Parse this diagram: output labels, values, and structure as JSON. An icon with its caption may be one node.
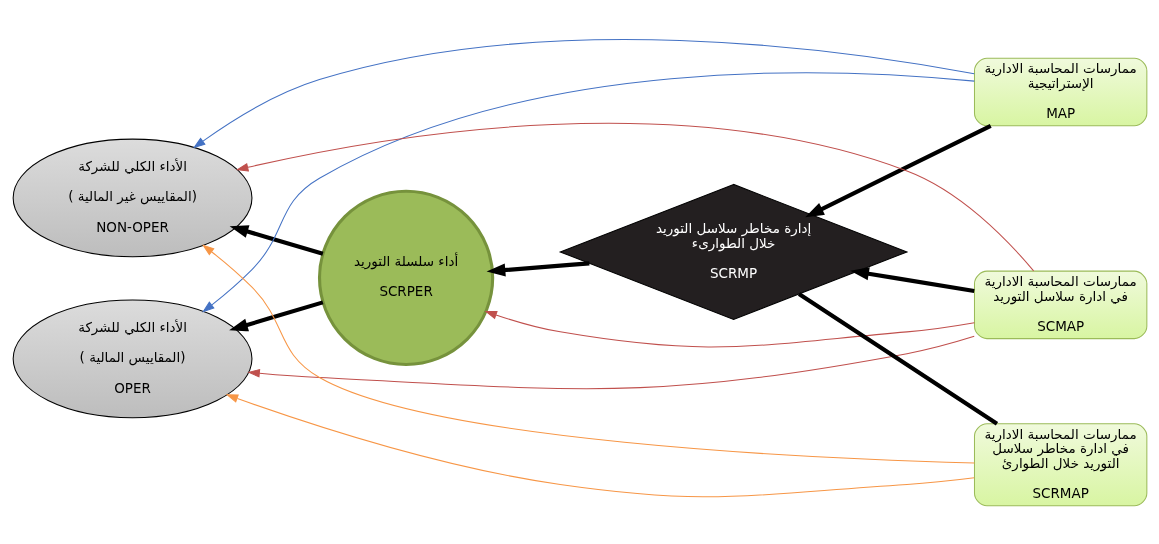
{
  "diagram": {
    "nodes": [
      {
        "text": [
          "الأداء الكلي للشركة",
          "( المقاييس المالية)",
          "OPER"
        ]
      },
      {
        "text": [
          "أداء سلسلة التوريد",
          "SCRPER"
        ]
      },
      {
        "text": [
          "الأداء الكلي للشركة",
          "( المقاييس غير المالية)",
          "NON-OPER"
        ]
      },
      {
        "text": [
          "إدارة مخاطر سلاسل التوريد خلال الطوارىء",
          "SCRMP"
        ]
      },
      {
        "text": [
          "ممارسات المحاسبة الادارية الإستراتيجية",
          "MAP"
        ]
      },
      {
        "text": [
          "ممارسات المحاسبة الادارية في ادارة سلاسل التوريد",
          "SCMAP"
        ]
      },
      {
        "text": [
          "ممارسات المحاسبة الادارية في ادارة مخاطر سلاسل التوريد خلال الطوارئ",
          "SCRMAP"
        ]
      }
    ],
    "edges": [
      {
        "from": 4,
        "to": 3,
        "arrow": "to",
        "style": "thick"
      },
      {
        "from": 5,
        "to": 3,
        "arrow": "to",
        "style": "thick"
      },
      {
        "from": 6,
        "to": 3,
        "arrow": "none",
        "style": "thick"
      },
      {
        "from": 3,
        "to": 1,
        "arrow": "to",
        "style": "thick"
      },
      {
        "from": 1,
        "to": 0,
        "arrow": "to",
        "style": "thick"
      },
      {
        "from": 1,
        "to": 2,
        "arrow": "to",
        "style": "thick"
      },
      {
        "from": 4,
        "to": 0,
        "arrow": "to",
        "color": "#4472c4"
      },
      {
        "from": 4,
        "to": 2,
        "arrow": "to",
        "color": "#4472c4"
      },
      {
        "from": 5,
        "to": 0,
        "arrow": "to",
        "color": "#c0504d"
      },
      {
        "from": 5,
        "to": 1,
        "arrow": "to",
        "color": "#c0504d"
      },
      {
        "from": 5,
        "to": 2,
        "arrow": "to",
        "color": "#c0504d"
      },
      {
        "from": 6,
        "to": 0,
        "arrow": "to",
        "color": "#f79646"
      },
      {
        "from": 6,
        "to": 2,
        "arrow": "to",
        "color": "#f79646"
      }
    ]
  }
}
